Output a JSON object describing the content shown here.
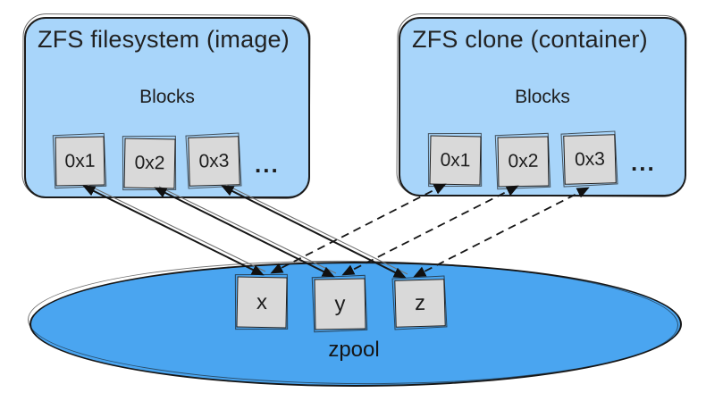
{
  "diagram": {
    "filesystem": {
      "title": "ZFS filesystem (image)",
      "blocks_label": "Blocks",
      "blocks": [
        "0x1",
        "0x2",
        "0x3"
      ],
      "more": "..."
    },
    "clone": {
      "title": "ZFS clone (container)",
      "blocks_label": "Blocks",
      "blocks": [
        "0x1",
        "0x2",
        "0x3"
      ],
      "more": "..."
    },
    "zpool": {
      "label": "zpool",
      "blocks": [
        "x",
        "y",
        "z"
      ]
    },
    "connections": [
      {
        "from": "filesystem.0x1",
        "to": "zpool.x",
        "line": "solid",
        "arrowheads": "both"
      },
      {
        "from": "filesystem.0x2",
        "to": "zpool.y",
        "line": "solid",
        "arrowheads": "both"
      },
      {
        "from": "filesystem.0x3",
        "to": "zpool.z",
        "line": "solid",
        "arrowheads": "both"
      },
      {
        "from": "clone.0x1",
        "to": "zpool.x",
        "line": "dashed",
        "arrowheads": "both"
      },
      {
        "from": "clone.0x2",
        "to": "zpool.y",
        "line": "dashed",
        "arrowheads": "both"
      },
      {
        "from": "clone.0x3",
        "to": "zpool.z",
        "line": "dashed",
        "arrowheads": "both"
      }
    ],
    "colors": {
      "panel_fill": "#a8d5fa",
      "pool_fill": "#4aa5f0",
      "block_fill": "#d9d9d9",
      "stroke": "#1d1d1d"
    }
  }
}
